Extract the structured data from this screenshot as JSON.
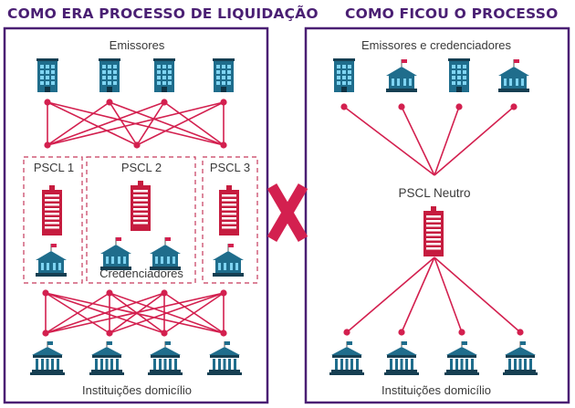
{
  "colors": {
    "frame": "#4a1f73",
    "link": "#d3204f",
    "crossMark": "#d3204f",
    "building": "#1f6d8c",
    "bank": "#1f6d8c",
    "pscl": "#c61c3f",
    "dashed": "#c63a5c"
  },
  "left": {
    "title": "COMO ERA PROCESSO DE LIQUIDAÇÃO",
    "top_label": "Emissores",
    "pscl_labels": [
      "PSCL 1",
      "PSCL 2",
      "PSCL 3"
    ],
    "credenciadores_label": "Credenciadores",
    "bottom_label": "Instituições domicílio",
    "top_icons": [
      "office-building-icon",
      "office-building-icon",
      "office-building-icon",
      "office-building-icon"
    ],
    "bottom_icons": [
      "bank-icon",
      "bank-icon",
      "bank-icon",
      "bank-icon"
    ]
  },
  "right": {
    "title": "COMO FICOU O PROCESSO",
    "top_label": "Emissores e credenciadores",
    "hub_label": "PSCL Neutro",
    "bottom_label": "Instituições domicílio",
    "top_icons": [
      "office-building-icon",
      "bank-icon",
      "office-building-icon",
      "bank-icon"
    ],
    "bottom_icons": [
      "bank-icon",
      "bank-icon",
      "bank-icon",
      "bank-icon"
    ]
  }
}
